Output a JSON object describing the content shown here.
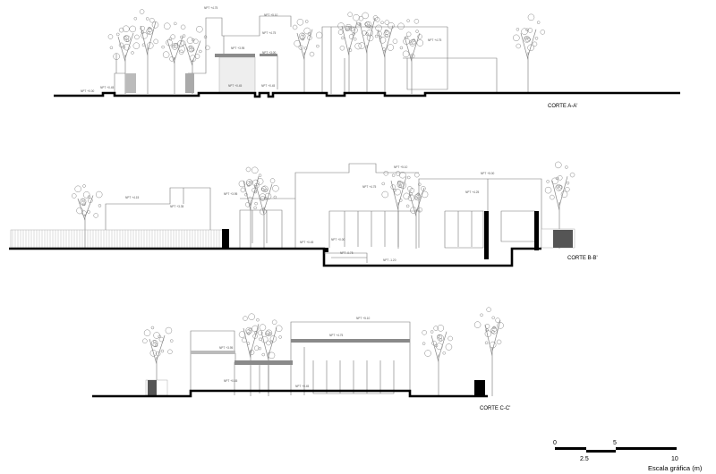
{
  "sections": [
    {
      "title": "CORTE A-A'",
      "levels": [
        "NPT +4.75",
        "NPT +5.10",
        "NPT +4.75",
        "NPT +3.95",
        "NPT +3.00",
        "NPT +0.45",
        "NPT +0.45",
        "NPT +0.00",
        "NPT +0.45",
        "NPT +4.75"
      ]
    },
    {
      "title": "CORTE B-B'",
      "levels": [
        "NPT +4.15",
        "NPT +5.10",
        "NPT +4.75",
        "NPT +5.00",
        "NPT +4.25",
        "NPT +3.95",
        "NPT +0.45",
        "NPT +0.00",
        "NPT -0.75",
        "NPT -1.20",
        "NPT +3.35"
      ]
    },
    {
      "title": "CORTE C-C'",
      "levels": [
        "NPT +5.10",
        "NPT +4.75",
        "NPT +3.95",
        "NPT +0.45",
        "NPT +0.45"
      ]
    }
  ],
  "scale_bar": {
    "ticks": [
      "0",
      "2.5",
      "5",
      "10"
    ],
    "caption": "Escala gráfica (m)"
  },
  "colors": {
    "line": "#777777",
    "ground": "#000000",
    "slab": "#8a8a8a"
  }
}
